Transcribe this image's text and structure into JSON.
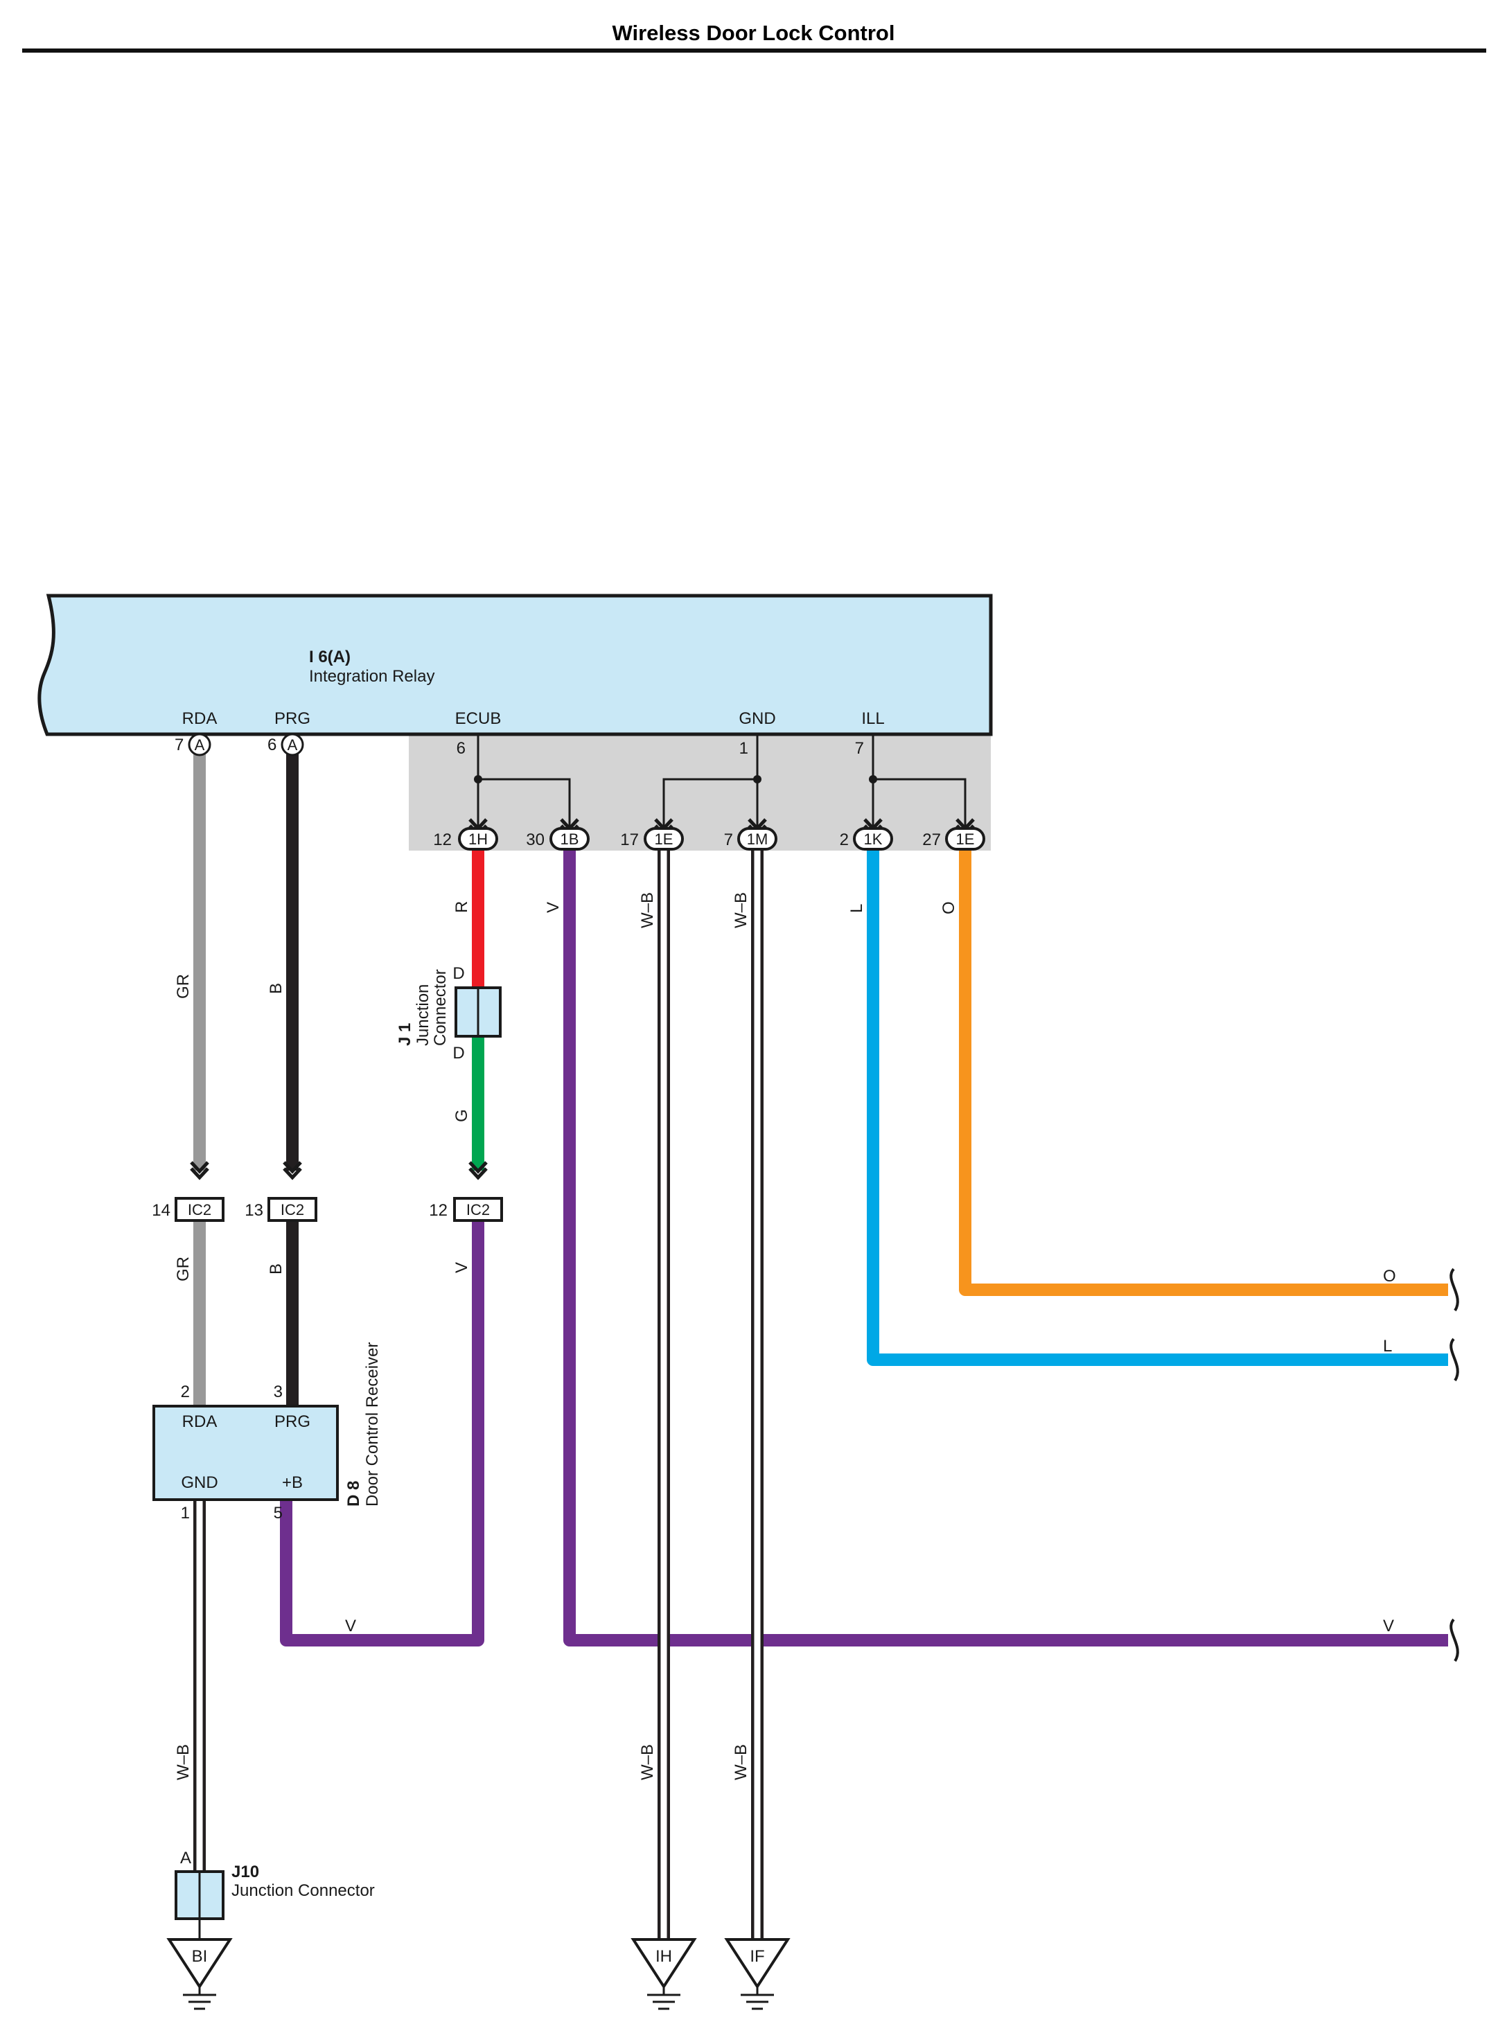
{
  "title": "Wireless Door Lock Control",
  "integration_relay": {
    "id": "I 6(A)",
    "name": "Integration Relay",
    "terminals": [
      {
        "label": "RDA",
        "pin": "7",
        "connector": "A"
      },
      {
        "label": "PRG",
        "pin": "6",
        "connector": "A"
      },
      {
        "label": "ECUB",
        "pin": "6"
      },
      {
        "label": "GND",
        "pin": "1"
      },
      {
        "label": "ILL",
        "pin": "7"
      }
    ]
  },
  "junction_block": [
    {
      "pin": "12",
      "code": "1H"
    },
    {
      "pin": "30",
      "code": "1B"
    },
    {
      "pin": "17",
      "code": "1E"
    },
    {
      "pin": "7",
      "code": "1M"
    },
    {
      "pin": "2",
      "code": "1K"
    },
    {
      "pin": "27",
      "code": "1E"
    }
  ],
  "ic2_connectors": [
    {
      "pin": "14",
      "code": "IC2"
    },
    {
      "pin": "13",
      "code": "IC2"
    },
    {
      "pin": "12",
      "code": "IC2"
    }
  ],
  "j1": {
    "id": "J 1",
    "name_line1": "Junction",
    "name_line2": "Connector",
    "term_top": "D",
    "term_bottom": "D"
  },
  "door_receiver": {
    "id": "D 8",
    "name": "Door Control Receiver",
    "labels": [
      "RDA",
      "PRG",
      "GND",
      "+B"
    ],
    "pins": [
      "2",
      "3",
      "1",
      "5"
    ]
  },
  "j10": {
    "id": "J10",
    "name": "Junction Connector",
    "term": "A"
  },
  "grounds": [
    "BI",
    "IH",
    "IF"
  ],
  "wire_labels": {
    "rda_top": "GR",
    "prg_top": "B",
    "rda_bottom": "GR",
    "prg_bottom": "B",
    "ecub_red": "R",
    "ecub_green": "G",
    "ic2_out": "V",
    "b1_out": "V",
    "e17_out": "W–B",
    "m7_out": "W–B",
    "k2_out": "L",
    "e27_out": "O",
    "right_o": "O",
    "right_l": "L",
    "right_v": "V",
    "bottom_v": "V",
    "gnd_d8": "W–B",
    "gnd_ih": "W–B",
    "gnd_if": "W–B"
  },
  "colors": {
    "relay_fill": "#c9e8f6",
    "junction_shade": "#d4d4d4",
    "gray": "#999999",
    "black": "#231f20",
    "red": "#ed1c24",
    "green": "#00a651",
    "violet": "#6e2f8e",
    "blue": "#00a8e6",
    "orange": "#f7941d",
    "white_wire": "#ffffff"
  }
}
